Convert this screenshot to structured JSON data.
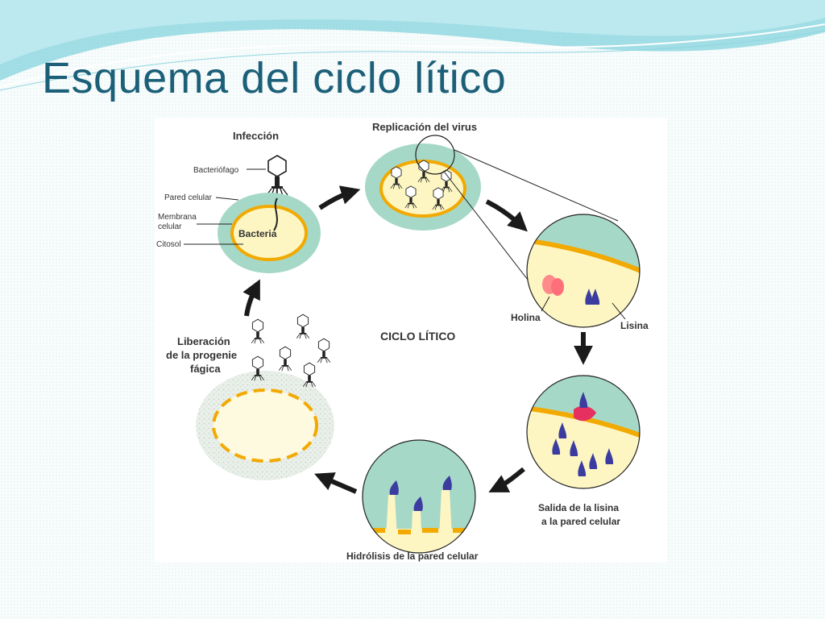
{
  "slide": {
    "title": "Esquema del ciclo lítico",
    "colors": {
      "title": "#1b5f78",
      "banner_dark": "#5cc4d4",
      "banner_light": "#bfeaf0",
      "cell_wall": "#a6d8c8",
      "cytosol": "#fdf6c3",
      "membrane": "#f2a900",
      "holin": "#ff8a8a",
      "lysin": "#3c3ca0",
      "arrow": "#1a1a1a"
    }
  },
  "diagram": {
    "center_label": "CICLO LÍTICO",
    "stages": {
      "infection": {
        "title": "Infección",
        "labels": {
          "bacteriophage": "Bacteriófago",
          "cell_wall": "Pared celular",
          "membrane_line1": "Membrana",
          "membrane_line2": "celular",
          "cytosol": "Citosol",
          "bacteria": "Bacteria"
        }
      },
      "replication": {
        "title": "Replicación del virus"
      },
      "proteins": {
        "holin": "Holina",
        "lysin": "Lisina"
      },
      "lysin_exit": {
        "line1": "Salida de la lisina",
        "line2": "a la pared celular"
      },
      "hydrolysis": {
        "title": "Hidrólisis de la pared celular"
      },
      "release": {
        "line1": "Liberación",
        "line2": "de la progenie",
        "line3": "fágica"
      }
    }
  }
}
